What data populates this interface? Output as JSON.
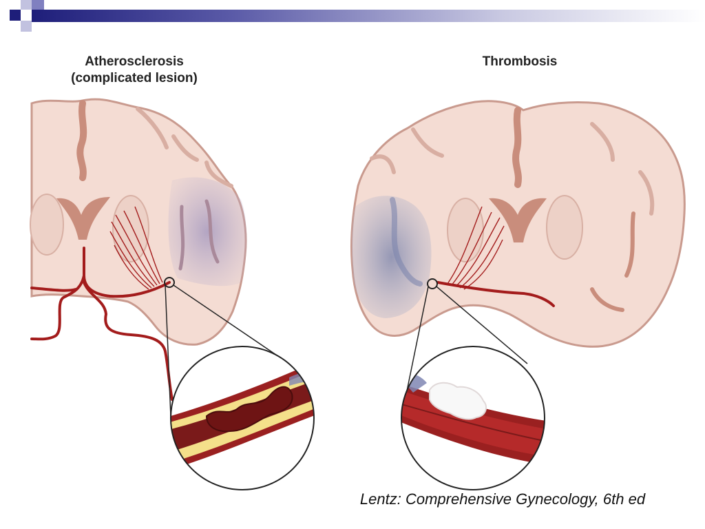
{
  "slide": {
    "left_panel_title_line1": "Atherosclerosis",
    "left_panel_title_line2": "(complicated lesion)",
    "right_panel_title": "Thrombosis",
    "citation": "Lentz: Comprehensive Gynecology, 6th ed"
  },
  "colors": {
    "header_dark": "#1e1e7a",
    "header_mid": "#7070b8",
    "header_light": "#b8b8dc",
    "brain_tissue": "#f4dcd3",
    "brain_outline": "#c99a8e",
    "ventricle": "#c98d7c",
    "artery": "#a31c1c",
    "ischemia": "#9a8fb8",
    "plaque_yellow": "#f4e08a",
    "thrombus": "#7a1a1a",
    "clot_white": "#f8f8f8"
  }
}
